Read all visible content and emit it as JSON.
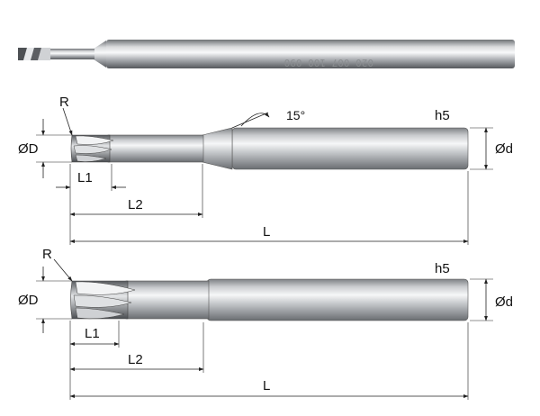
{
  "photo": {
    "engraving": "020 007 100 090"
  },
  "upper_drawing": {
    "radius_label": "R",
    "angle_label": "15°",
    "tolerance_label": "h5",
    "head_diameter_label": "ØD",
    "shank_diameter_label": "Ød",
    "flute_length_label": "L1",
    "neck_length_label": "L2",
    "overall_length_label": "L"
  },
  "lower_drawing": {
    "radius_label": "R",
    "tolerance_label": "h5",
    "head_diameter_label": "ØD",
    "shank_diameter_label": "Ød",
    "flute_length_label": "L1",
    "neck_length_label": "L2",
    "overall_length_label": "L"
  },
  "colors": {
    "steel_light": "#f4f5f6",
    "steel_mid": "#b9bcbf",
    "steel_dark": "#6f7276",
    "line": "#222222"
  }
}
